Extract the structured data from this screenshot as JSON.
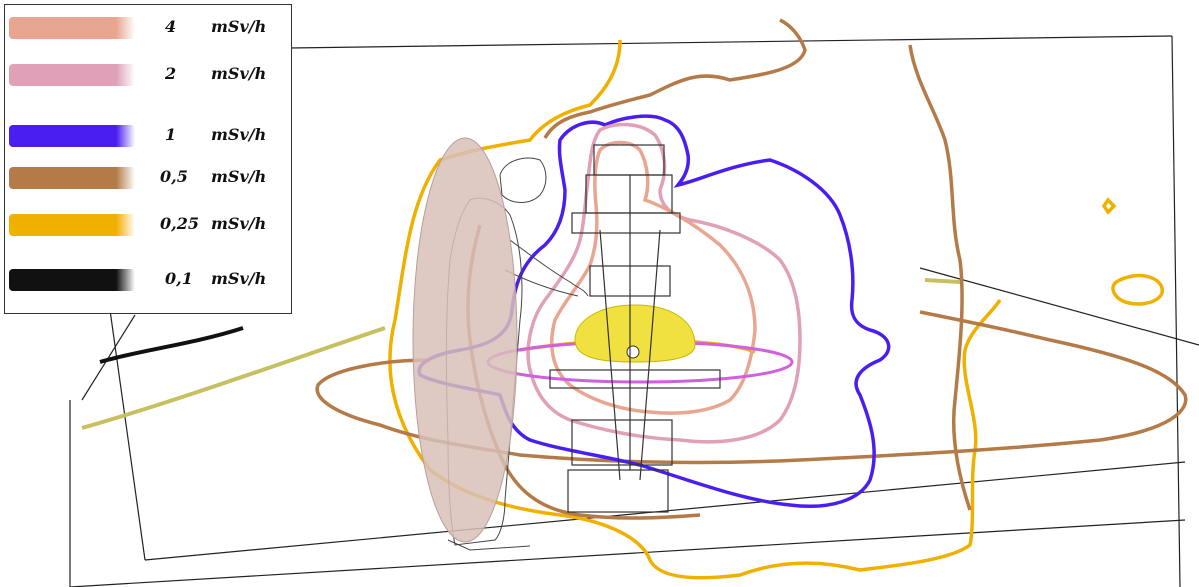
{
  "legend": {
    "items": [
      {
        "value": "4",
        "unit": "mSv/h",
        "color": "#e8a590"
      },
      {
        "value": "2",
        "unit": "mSv/h",
        "color": "#e0a0b8"
      },
      {
        "value": "1",
        "unit": "mSv/h",
        "color": "#4a1ef0"
      },
      {
        "value": "0,5",
        "unit": "mSv/h",
        "color": "#b47a48"
      },
      {
        "value": "0,25",
        "unit": "mSv/h",
        "color": "#f0b000"
      },
      {
        "value": "0,1",
        "unit": "mSv/h",
        "color": "#111111"
      }
    ]
  },
  "scene": {
    "colors": {
      "isodose_4": "#e8a590",
      "isodose_2": "#e0a0b8",
      "isodose_1": "#4a1ef0",
      "isodose_05": "#b47a48",
      "isodose_025": "#f0b000",
      "isodose_01": "#111111",
      "scatter_olive": "#c8c060",
      "phantom_yellow": "#f0e040",
      "magenta_ring": "#d060e0",
      "shield": "#d8c0b8",
      "room_lines": "#222222"
    },
    "icons": [
      "operator-figure",
      "ceiling-shield",
      "x-ray-c-arm",
      "patient-phantom"
    ]
  }
}
